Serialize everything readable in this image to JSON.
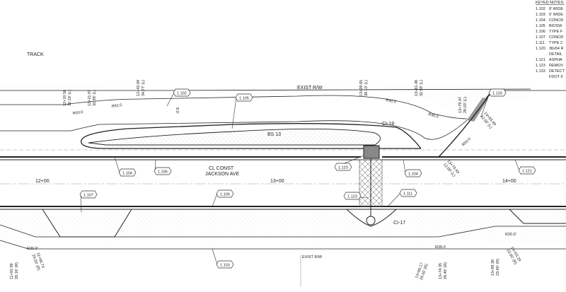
{
  "keyed_notes": {
    "title": "KEYED NOTES:",
    "items": [
      {
        "code": "1.102",
        "text": "8' WIDE"
      },
      {
        "code": "1.103",
        "text": "6' WIDE"
      },
      {
        "code": "1.104",
        "text": "CONCR"
      },
      {
        "code": "1.105",
        "text": "BIOSW"
      },
      {
        "code": "1.106",
        "text": "TYPE F"
      },
      {
        "code": "1.107",
        "text": "CONCR"
      },
      {
        "code": "1.111",
        "text": "TYPE 2"
      },
      {
        "code": "1.120",
        "text": "36x54 R",
        "text2": "DETAIL"
      },
      {
        "code": "1.121",
        "text": "ASPHA"
      },
      {
        "code": "1.123",
        "text": "REMOV"
      },
      {
        "code": "1.133",
        "text": "DETECT",
        "text2": "FDOT II"
      }
    ]
  },
  "labels": {
    "track": "TRACK",
    "exist_rw_top": "EXIST R/W",
    "exist_rw_bottom": "EXIST R/W",
    "basin": "BS 13",
    "ci18": "CI-18",
    "ci17": "CI-17",
    "cl_const": "CL CONST",
    "jackson": "JACKSON AVE",
    "dim_80": "8.0'"
  },
  "tags": {
    "t1102": "1.102",
    "t1105": "1.105",
    "t1133": "1.133",
    "t1104a": "1.104",
    "t1106a": "1.106",
    "t1120": "1.120",
    "t1104b": "1.104",
    "t1121": "1.121",
    "t1107": "1.107",
    "t1106b": "1.106",
    "t1123": "1.123",
    "t1111": "1.111",
    "t1103": "1.103"
  },
  "stations": {
    "s1200": "12+00",
    "s1300": "13+00",
    "s1400": "14+00"
  },
  "radii": {
    "r50a": "R50.0",
    "r91": "R91.0",
    "r40a": "R40.0",
    "r40b": "R40.0",
    "r50b": "R50.0",
    "r20a": "R20.0'",
    "r26": "R26.0",
    "r20b": "R20.0'"
  },
  "points": [
    {
      "sta": "12+10.56",
      "off": "30.18' (L)"
    },
    {
      "sta": "12+21.97",
      "off": "31.98' (L)"
    },
    {
      "sta": "12+42.09",
      "off": "34.77' (L)"
    },
    {
      "sta": "13+39.65",
      "off": "38.10' (L)"
    },
    {
      "sta": "13+61.46",
      "off": "32.59' (L)"
    },
    {
      "sta": "13+79.47",
      "off": "28.03' (L)"
    },
    {
      "sta": "13+93.49",
      "off": "32.00' (L)"
    },
    {
      "sta": "13+70.43",
      "off": "12.00' (L)"
    },
    {
      "sta": "11+92.99",
      "off": "28.16' (R)"
    },
    {
      "sta": "11+96.74",
      "off": "29.00' (R)"
    },
    {
      "sta": "13+69.17",
      "off": "29.00' (R)"
    },
    {
      "sta": "13+74.35",
      "off": "28.46' (R)"
    },
    {
      "sta": "13+99.30",
      "off": "23.40' (R)"
    },
    {
      "sta": "14+03.29",
      "off": "23.00' (R)"
    }
  ]
}
